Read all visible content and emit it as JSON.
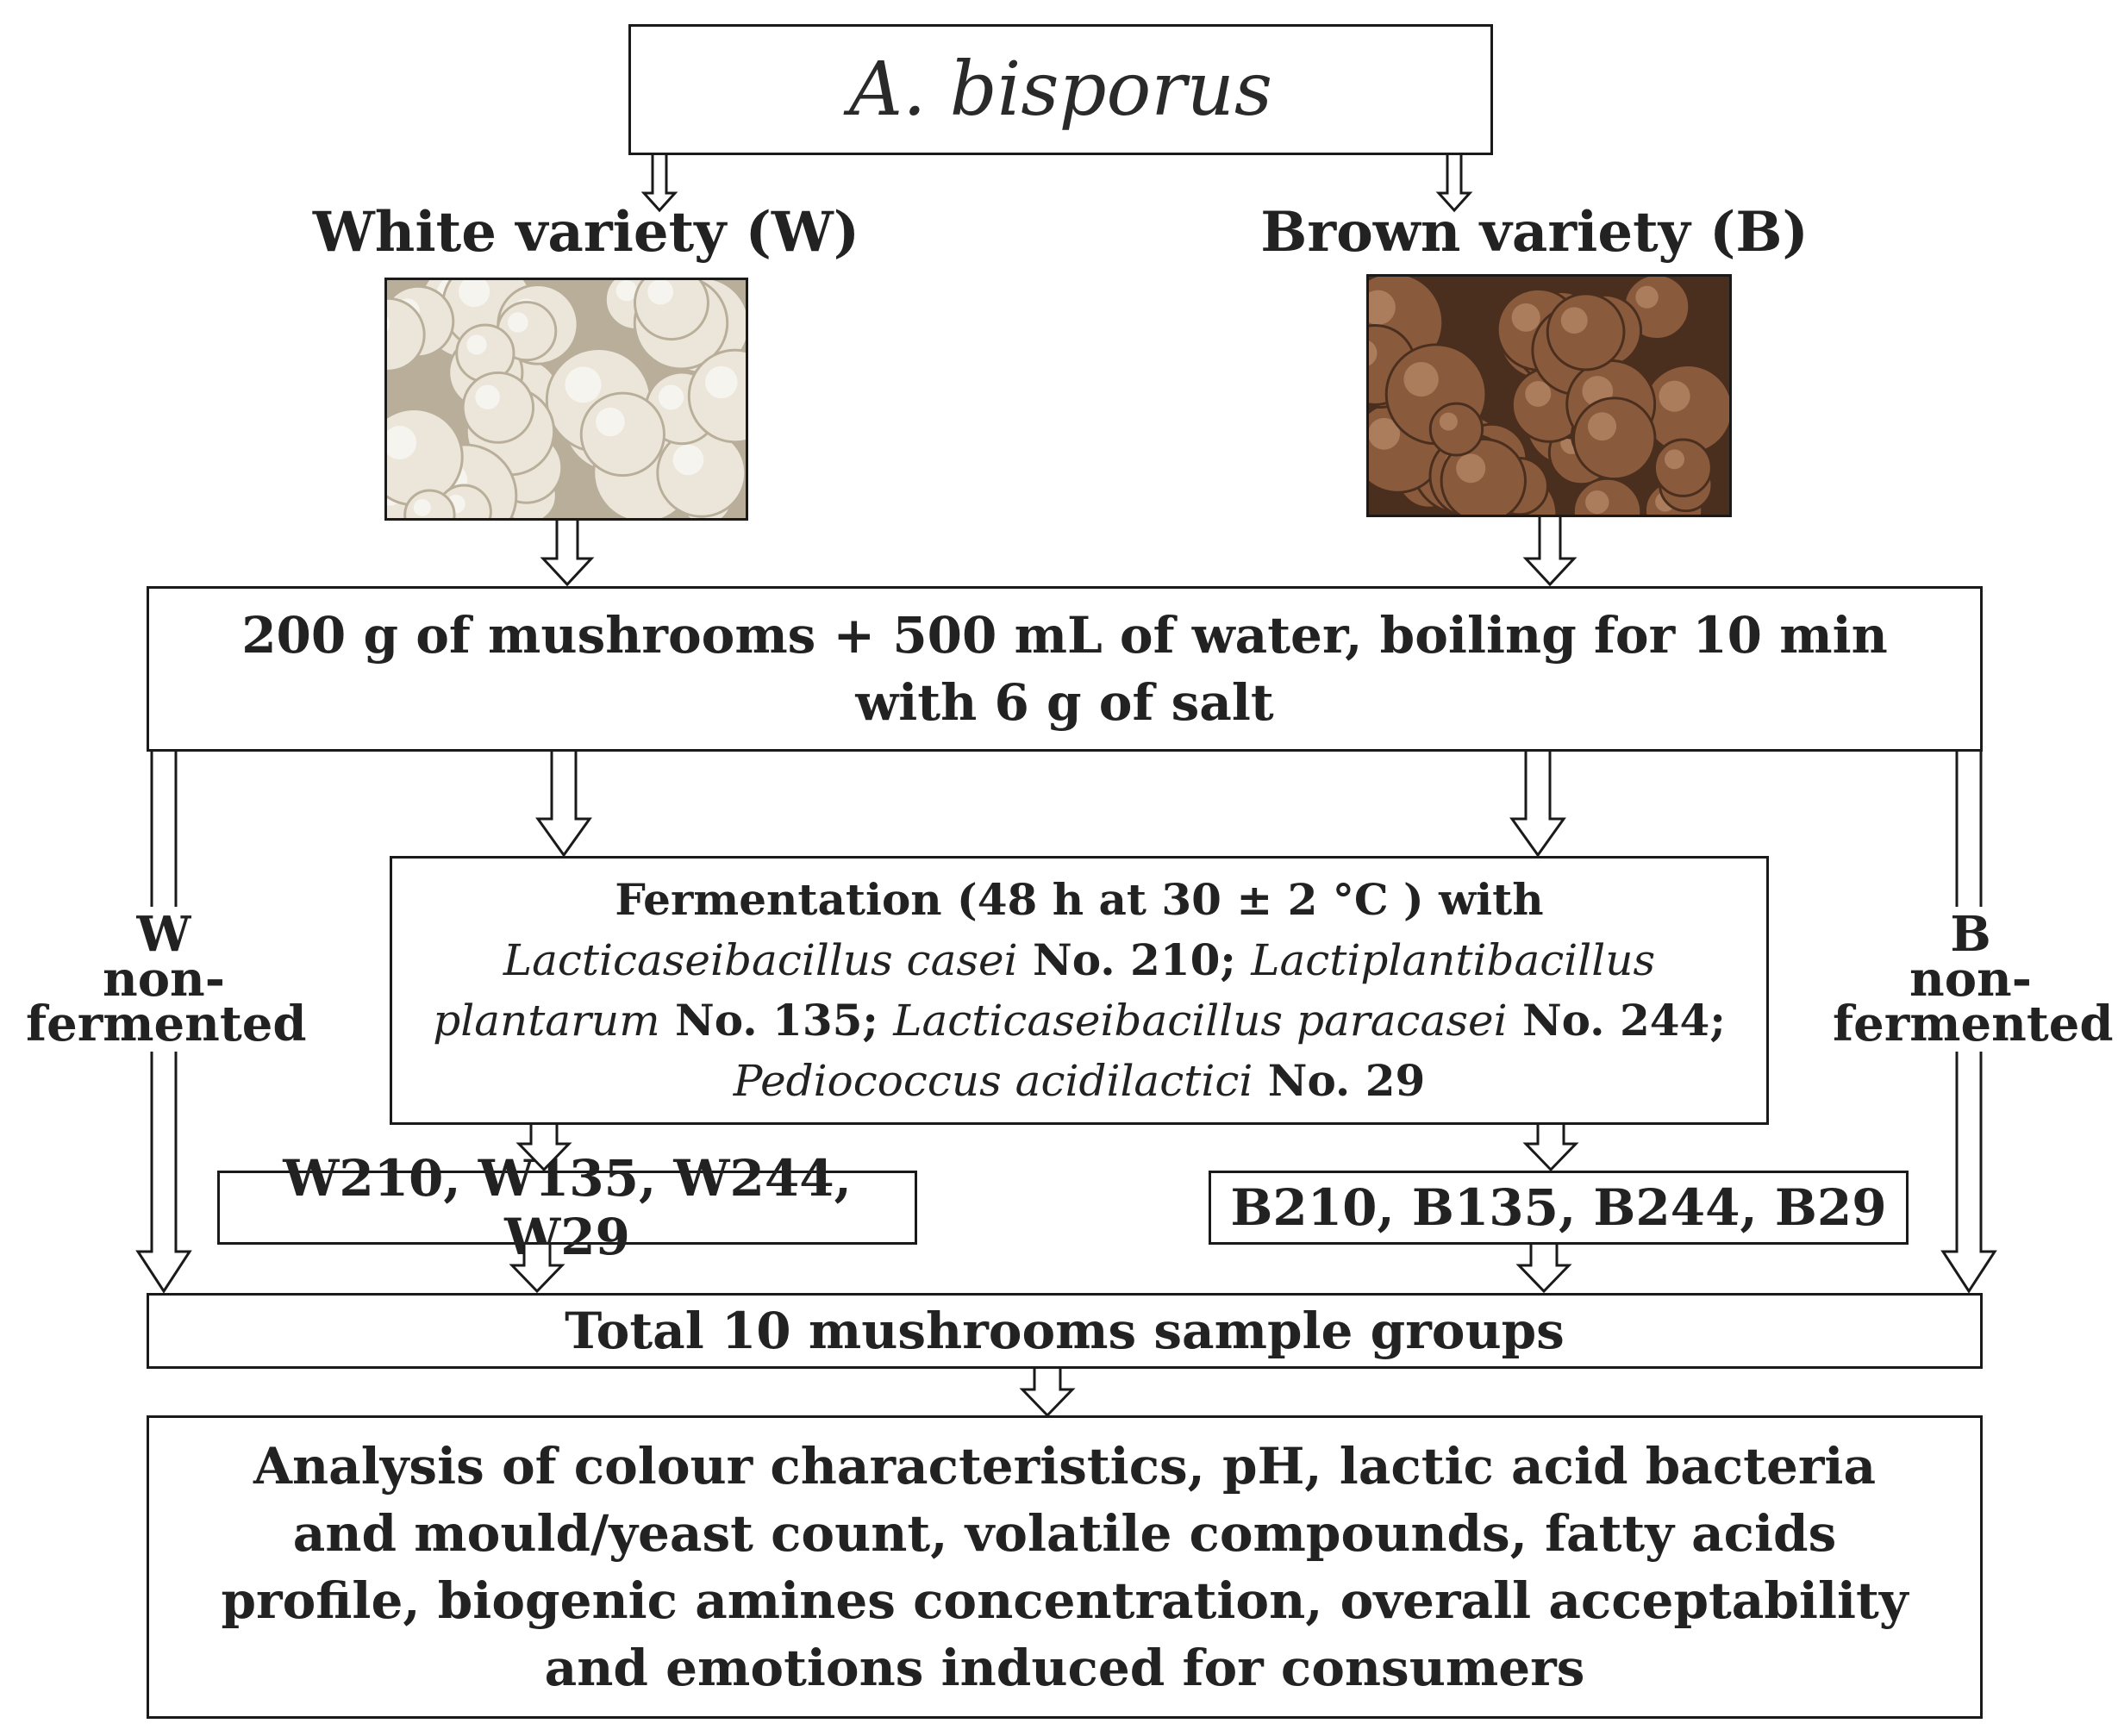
{
  "title": "A. bisporus",
  "white": {
    "label": "White variety (W)",
    "photo_alt": "white mushrooms"
  },
  "brown": {
    "label": "Brown variety (B)",
    "photo_alt": "brown mushrooms"
  },
  "boiling": {
    "line1": "200 g of mushrooms + 500 mL of water, boiling for 10 min",
    "line2": "with 6 g of salt"
  },
  "fermentation": {
    "part1": "Fermentation (48 h at 30 ± 2 °C ) with ",
    "species1a": "Lacticaseibacillus casei",
    "strain1": " No. 210; ",
    "species2": "Lactiplantibacillus plantarum",
    "strain2": " No. 135; ",
    "species3": "Lacticaseibacillus paracasei",
    "strain3": " No. 244; ",
    "species4": "Pediococcus acidilactici",
    "strain4": " No. 29"
  },
  "white_groups": "W210, W135, W244, W29",
  "brown_groups": "B210, B135, B244, B29",
  "white_nonfermented": {
    "line1": "W",
    "line2": "non-",
    "line3": "fermented"
  },
  "brown_nonfermented": {
    "line1": "B",
    "line2": "non-",
    "line3": "fermented"
  },
  "total": "Total 10 mushrooms sample groups",
  "analysis": "Analysis of colour characteristics, pH, lactic acid bacteria and mould/yeast count, volatile compounds, fatty acids profile, biogenic amines concentration, overall acceptability and emotions induced for consumers",
  "colors": {
    "border": "#1a1a1a",
    "text": "#222222",
    "white_mushroom": "#ece6da",
    "brown_mushroom": "#8a5a3c"
  }
}
